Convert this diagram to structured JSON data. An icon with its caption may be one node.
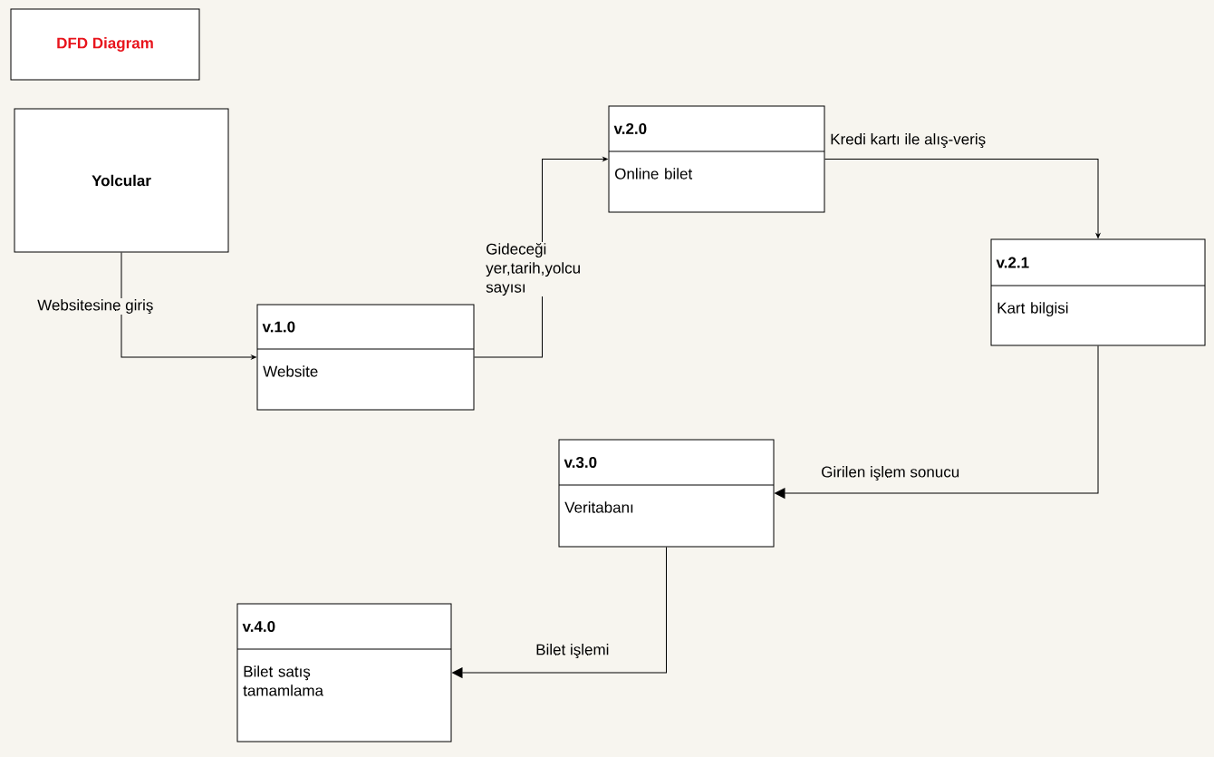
{
  "diagram": {
    "title": "DFD Diagram",
    "nodes": [
      {
        "text": [
          "Yolcular"
        ]
      },
      {
        "text": [
          "v.1.0",
          "Website"
        ]
      },
      {
        "text": [
          "v.2.0",
          "Online bilet"
        ]
      },
      {
        "text": [
          "v.2.1",
          "Kart bilgisi"
        ]
      },
      {
        "text": [
          "v.3.0",
          "Veritabanı"
        ]
      },
      {
        "text": [
          "v.4.0",
          "Bilet satış tamamlama"
        ]
      }
    ],
    "edges": [
      {
        "from": 0,
        "to": 1,
        "arrow": "to",
        "label": "Websitesine giriş"
      },
      {
        "from": 1,
        "to": 2,
        "arrow": "to",
        "label": "Gideceği yer,tarih,yolcu sayısı"
      },
      {
        "from": 2,
        "to": 3,
        "arrow": "to",
        "label": "Kredi kartı ile alış-veriş"
      },
      {
        "from": 3,
        "to": 4,
        "arrow": "to",
        "label": "Girilen işlem sonucu"
      },
      {
        "from": 4,
        "to": 5,
        "arrow": "to",
        "label": "Bilet işlemi"
      }
    ]
  }
}
